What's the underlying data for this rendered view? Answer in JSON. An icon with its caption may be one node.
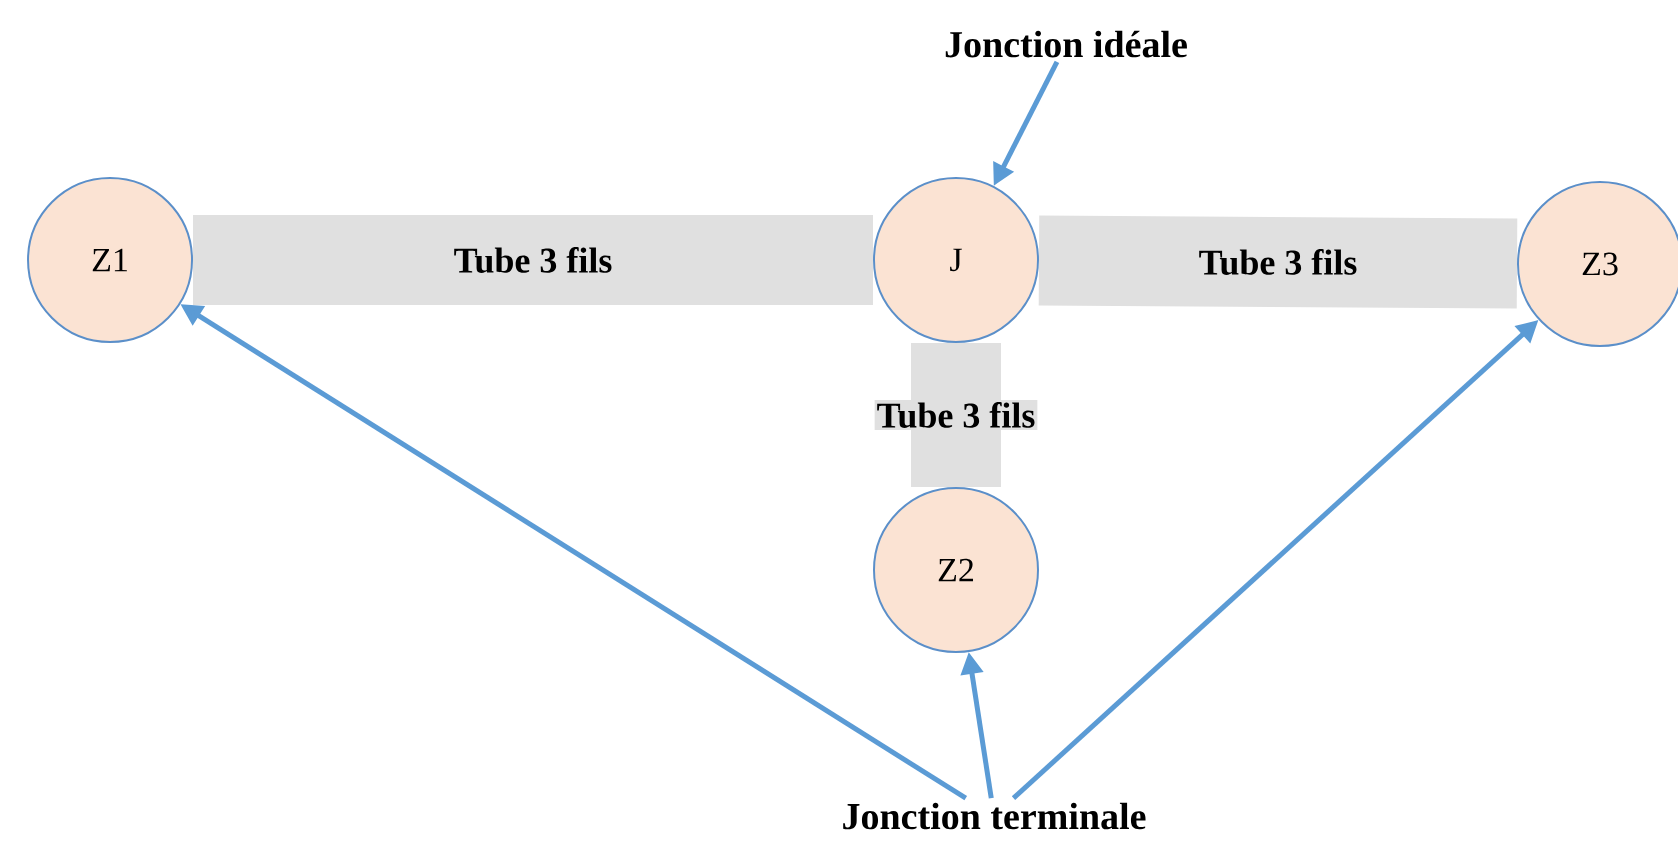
{
  "diagram": {
    "nodes": [
      {
        "text": [
          "Jonction idéale"
        ]
      },
      {
        "text": [
          "Z1"
        ]
      },
      {
        "text": [
          "J"
        ]
      },
      {
        "text": [
          "Z3"
        ]
      },
      {
        "text": [
          "Z2"
        ]
      },
      {
        "text": [
          "Jonction terminale"
        ]
      }
    ],
    "edges": [
      {
        "from": 1,
        "to": 2,
        "arrow": "none",
        "label": "Tube 3 fils",
        "style": "thick",
        "color": "#e0e0e0"
      },
      {
        "from": 2,
        "to": 3,
        "arrow": "none",
        "label": "Tube 3 fils",
        "style": "thick",
        "color": "#e0e0e0"
      },
      {
        "from": 2,
        "to": 4,
        "arrow": "none",
        "label": "Tube 3 fils",
        "style": "thick",
        "color": "#e0e0e0"
      },
      {
        "from": 0,
        "to": 2,
        "arrow": "to",
        "color": "#5b9bd5"
      },
      {
        "from": 5,
        "to": 1,
        "arrow": "to",
        "color": "#5b9bd5"
      },
      {
        "from": 5,
        "to": 4,
        "arrow": "to",
        "color": "#5b9bd5"
      },
      {
        "from": 5,
        "to": 3,
        "arrow": "to",
        "color": "#5b9bd5"
      }
    ]
  }
}
